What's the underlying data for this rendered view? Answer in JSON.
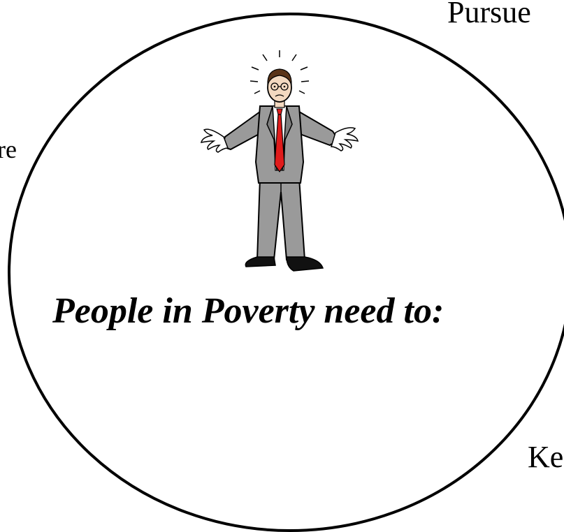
{
  "diagram": {
    "heading": "People in Poverty need to:",
    "partial_labels": {
      "top_right": "Pursue",
      "left": "re",
      "bottom_right": "Ke"
    },
    "figure": {
      "icon": "confused-businessman-shrugging",
      "tie_color": "#e01b1b",
      "suit_color": "#9a9a9a"
    }
  }
}
